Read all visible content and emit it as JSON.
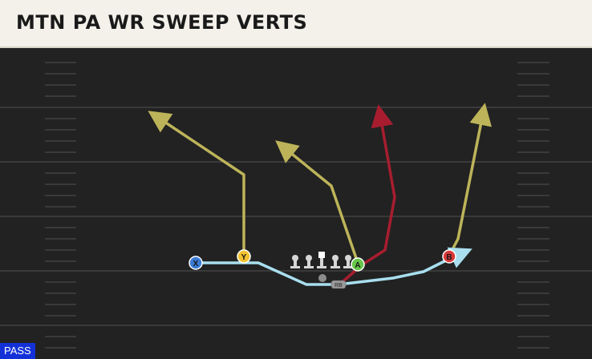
{
  "play": {
    "title": "MTN PA WR SWEEP VERTS",
    "type_badge": "PASS"
  },
  "players": [
    {
      "id": "X",
      "label": "X",
      "color": "#3a7bd5"
    },
    {
      "id": "Y",
      "label": "Y",
      "color": "#f2c230"
    },
    {
      "id": "A",
      "label": "A",
      "color": "#67c64a"
    },
    {
      "id": "B",
      "label": "B",
      "color": "#d8393a"
    },
    {
      "id": "RB",
      "label": "RB",
      "color": "#9a9a9a"
    }
  ],
  "route_colors": {
    "pass_route": "#bdb45a",
    "primary_route": "#a71d2f",
    "sweep_motion": "#a9dfef"
  }
}
